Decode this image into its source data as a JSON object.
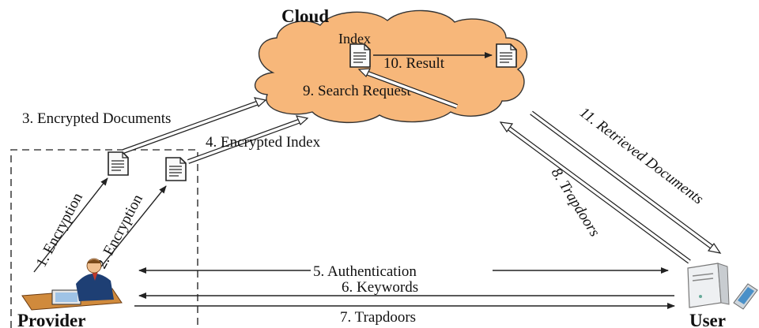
{
  "cloud": {
    "title": "Cloud",
    "index_label": "Index",
    "result_label": "10. Result",
    "search_label": "9. Search Request",
    "fill": "#f7b77a"
  },
  "steps": {
    "encrypted_documents": "3. Encrypted Documents",
    "encrypted_index": "4. Encrypted Index",
    "encryption_1": "1. Encryption",
    "encryption_2": "2. Encryption",
    "authentication": "5. Authentication",
    "keywords": "6. Keywords",
    "trapdoors_user": "7. Trapdoors",
    "trapdoors_cloud": "8. Trapdoors",
    "retrieved_documents": "11. Retrieved Documents"
  },
  "actors": {
    "provider": "Provider",
    "user": "User"
  },
  "icons": [
    "document-icon",
    "provider-person-icon",
    "user-computer-icon",
    "mobile-phone-icon"
  ]
}
